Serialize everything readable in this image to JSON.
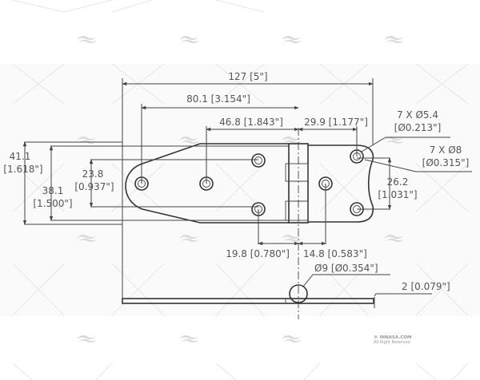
{
  "drawing": {
    "subject": "hinge technical drawing",
    "dimensions": {
      "overall_length": "127 [5\"]",
      "hole_span_80": "80.1 [3.154\"]",
      "hole_span_46": "46.8 [1.843\"]",
      "knuckle_to_hole": "29.9 [1.177\"]",
      "small_holes": "7 X Ø5.4",
      "small_holes_in": "[Ø0.213\"]",
      "countersink": "7 X Ø8",
      "countersink_in": "[Ø0.315\"]",
      "right_hole_spacing": "26.2",
      "right_hole_spacing_in": "[1.031\"]",
      "overall_width": "41.1",
      "overall_width_in": "[1.618\"]",
      "body_width": "38.1",
      "body_width_in": "[1.500\"]",
      "left_hole_spacing": "23.8",
      "left_hole_spacing_in": "[0.937\"]",
      "left_offset": "19.8 [0.780\"]",
      "right_offset": "14.8 [0.583\"]",
      "pin_diameter": "Ø9 [Ø0.354\"]",
      "thickness": "2 [0.079\"]"
    }
  },
  "watermark": {
    "line1": "© INNASA.COM",
    "line2": "All Right Reserved"
  },
  "colors": {
    "line": "#444444",
    "text": "#555555",
    "watermark": "#dadada"
  }
}
